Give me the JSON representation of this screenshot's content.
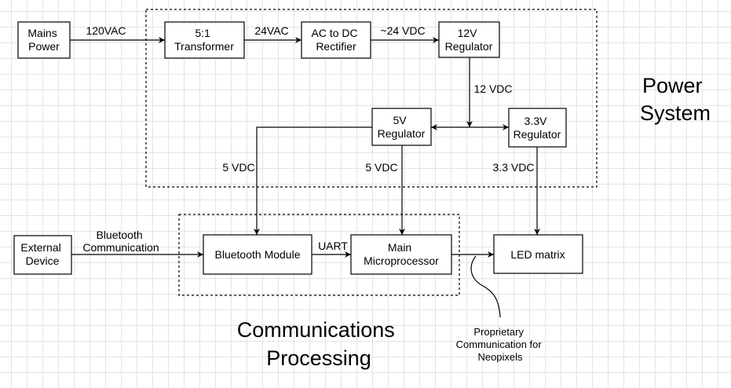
{
  "groups": {
    "power_system": [
      "Power",
      "System"
    ],
    "communications_processing": [
      "Communications",
      "Processing"
    ]
  },
  "blocks": {
    "mains_power": [
      "Mains",
      "Power"
    ],
    "transformer": [
      "5:1",
      "Transformer"
    ],
    "rectifier": [
      "AC to DC",
      "Rectifier"
    ],
    "reg_12v": [
      "12V",
      "Regulator"
    ],
    "reg_5v": [
      "5V",
      "Regulator"
    ],
    "reg_3v3": [
      "3.3V",
      "Regulator"
    ],
    "external_device": [
      "External",
      "Device"
    ],
    "bluetooth_module": [
      "Bluetooth Module"
    ],
    "main_microprocessor": [
      "Main",
      "Microprocessor"
    ],
    "led_matrix": [
      "LED matrix"
    ]
  },
  "edges": {
    "mains_to_transformer": "120VAC",
    "transformer_to_rectifier": "24VAC",
    "rectifier_to_12v": "~24 VDC",
    "bus_12v": "12 VDC",
    "feed_5v_bluetooth": "5 VDC",
    "feed_5v_main": "5 VDC",
    "feed_3v3_led": "3.3 VDC",
    "external_to_bluetooth": [
      "Bluetooth",
      "Communication"
    ],
    "bluetooth_to_main": "UART"
  },
  "annotations": {
    "neopixel_note": [
      "Proprietary",
      "Communication for",
      "Neopixels"
    ]
  }
}
